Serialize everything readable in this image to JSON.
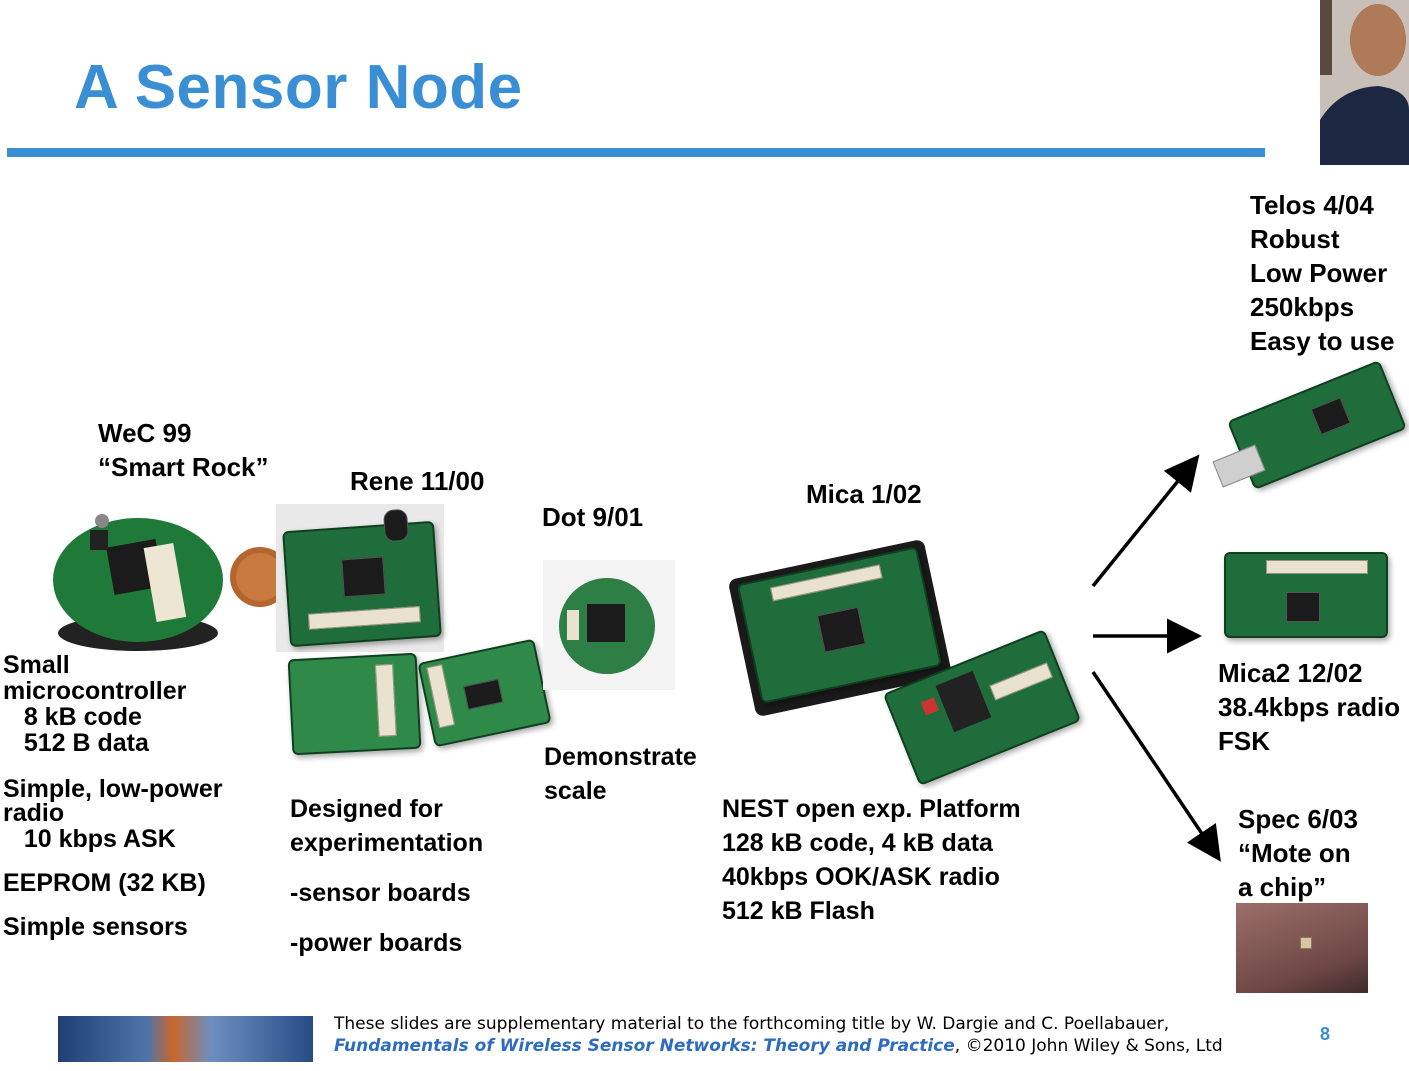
{
  "slide": {
    "title": "A Sensor Node",
    "page_number": "8",
    "accent_color": "#3a8fd4"
  },
  "nodes": {
    "wec": {
      "label_line1": "WeC 99",
      "label_line2": "“Smart Rock”",
      "desc": [
        "Small",
        "microcontroller",
        "   8 kB code",
        "   512 B data",
        "Simple, low-power",
        "radio",
        "   10 kbps ASK",
        "EEPROM (32 KB)",
        "Simple sensors"
      ]
    },
    "rene": {
      "label": "Rene 11/00",
      "desc": [
        "Designed for",
        "experimentation",
        "-sensor boards",
        "-power boards"
      ]
    },
    "dot": {
      "label": "Dot 9/01",
      "desc": [
        "Demonstrate",
        "scale"
      ]
    },
    "mica": {
      "label": "Mica 1/02",
      "desc": [
        "NEST open exp. Platform",
        "128 kB code, 4 kB data",
        "40kbps OOK/ASK radio",
        "512 kB Flash"
      ]
    },
    "telos": {
      "lines": [
        "Telos 4/04",
        "Robust",
        "Low Power",
        "250kbps",
        "Easy to use"
      ]
    },
    "mica2": {
      "lines": [
        "Mica2 12/02",
        "38.4kbps radio",
        "FSK"
      ]
    },
    "spec": {
      "lines": [
        "Spec 6/03",
        "“Mote on",
        "a chip”"
      ]
    }
  },
  "footer": {
    "line1": "These slides are supplementary material to the forthcoming title by W. Dargie and C. Poellabauer,",
    "book_title": "Fundamentals of Wireless Sensor Networks: Theory and Practice",
    "line2_rest": ", ©2010 John Wiley & Sons, Ltd"
  },
  "icons": {
    "arrows": [
      "arrow-up-right-icon",
      "arrow-right-icon",
      "arrow-down-right-icon"
    ]
  }
}
